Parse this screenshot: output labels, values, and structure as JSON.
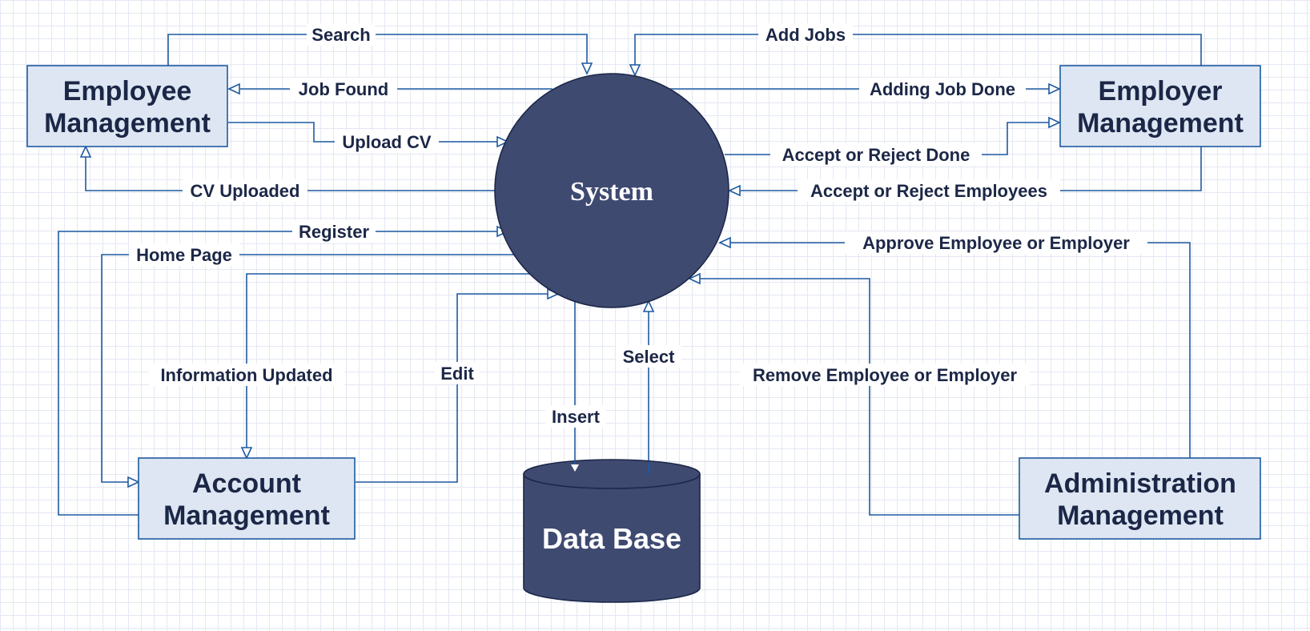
{
  "nodes": {
    "employee_management": [
      "Employee",
      "Management"
    ],
    "employer_management": [
      "Employer",
      "Management"
    ],
    "account_management": [
      "Account",
      "Management"
    ],
    "administration_management": [
      "Administration",
      "Management"
    ],
    "system": "System",
    "database": "Data Base"
  },
  "edges": {
    "search": "Search",
    "job_found": "Job Found",
    "upload_cv": "Upload CV",
    "cv_uploaded": "CV Uploaded",
    "add_jobs": "Add Jobs",
    "adding_job_done": "Adding Job Done",
    "accept_reject_done": "Accept or Reject Done",
    "accept_reject_employees": "Accept or Reject Employees",
    "register": "Register",
    "home_page": "Home Page",
    "approve": "Approve Employee or Employer",
    "information_updated": "Information Updated",
    "edit": "Edit",
    "remove": "Remove Employee or Employer",
    "insert": "Insert",
    "select": "Select"
  },
  "colors": {
    "edge": "#1f5aa0",
    "node_dark": "#3f4a71",
    "box_fill": "#dde6f2",
    "text": "#1c2747"
  }
}
